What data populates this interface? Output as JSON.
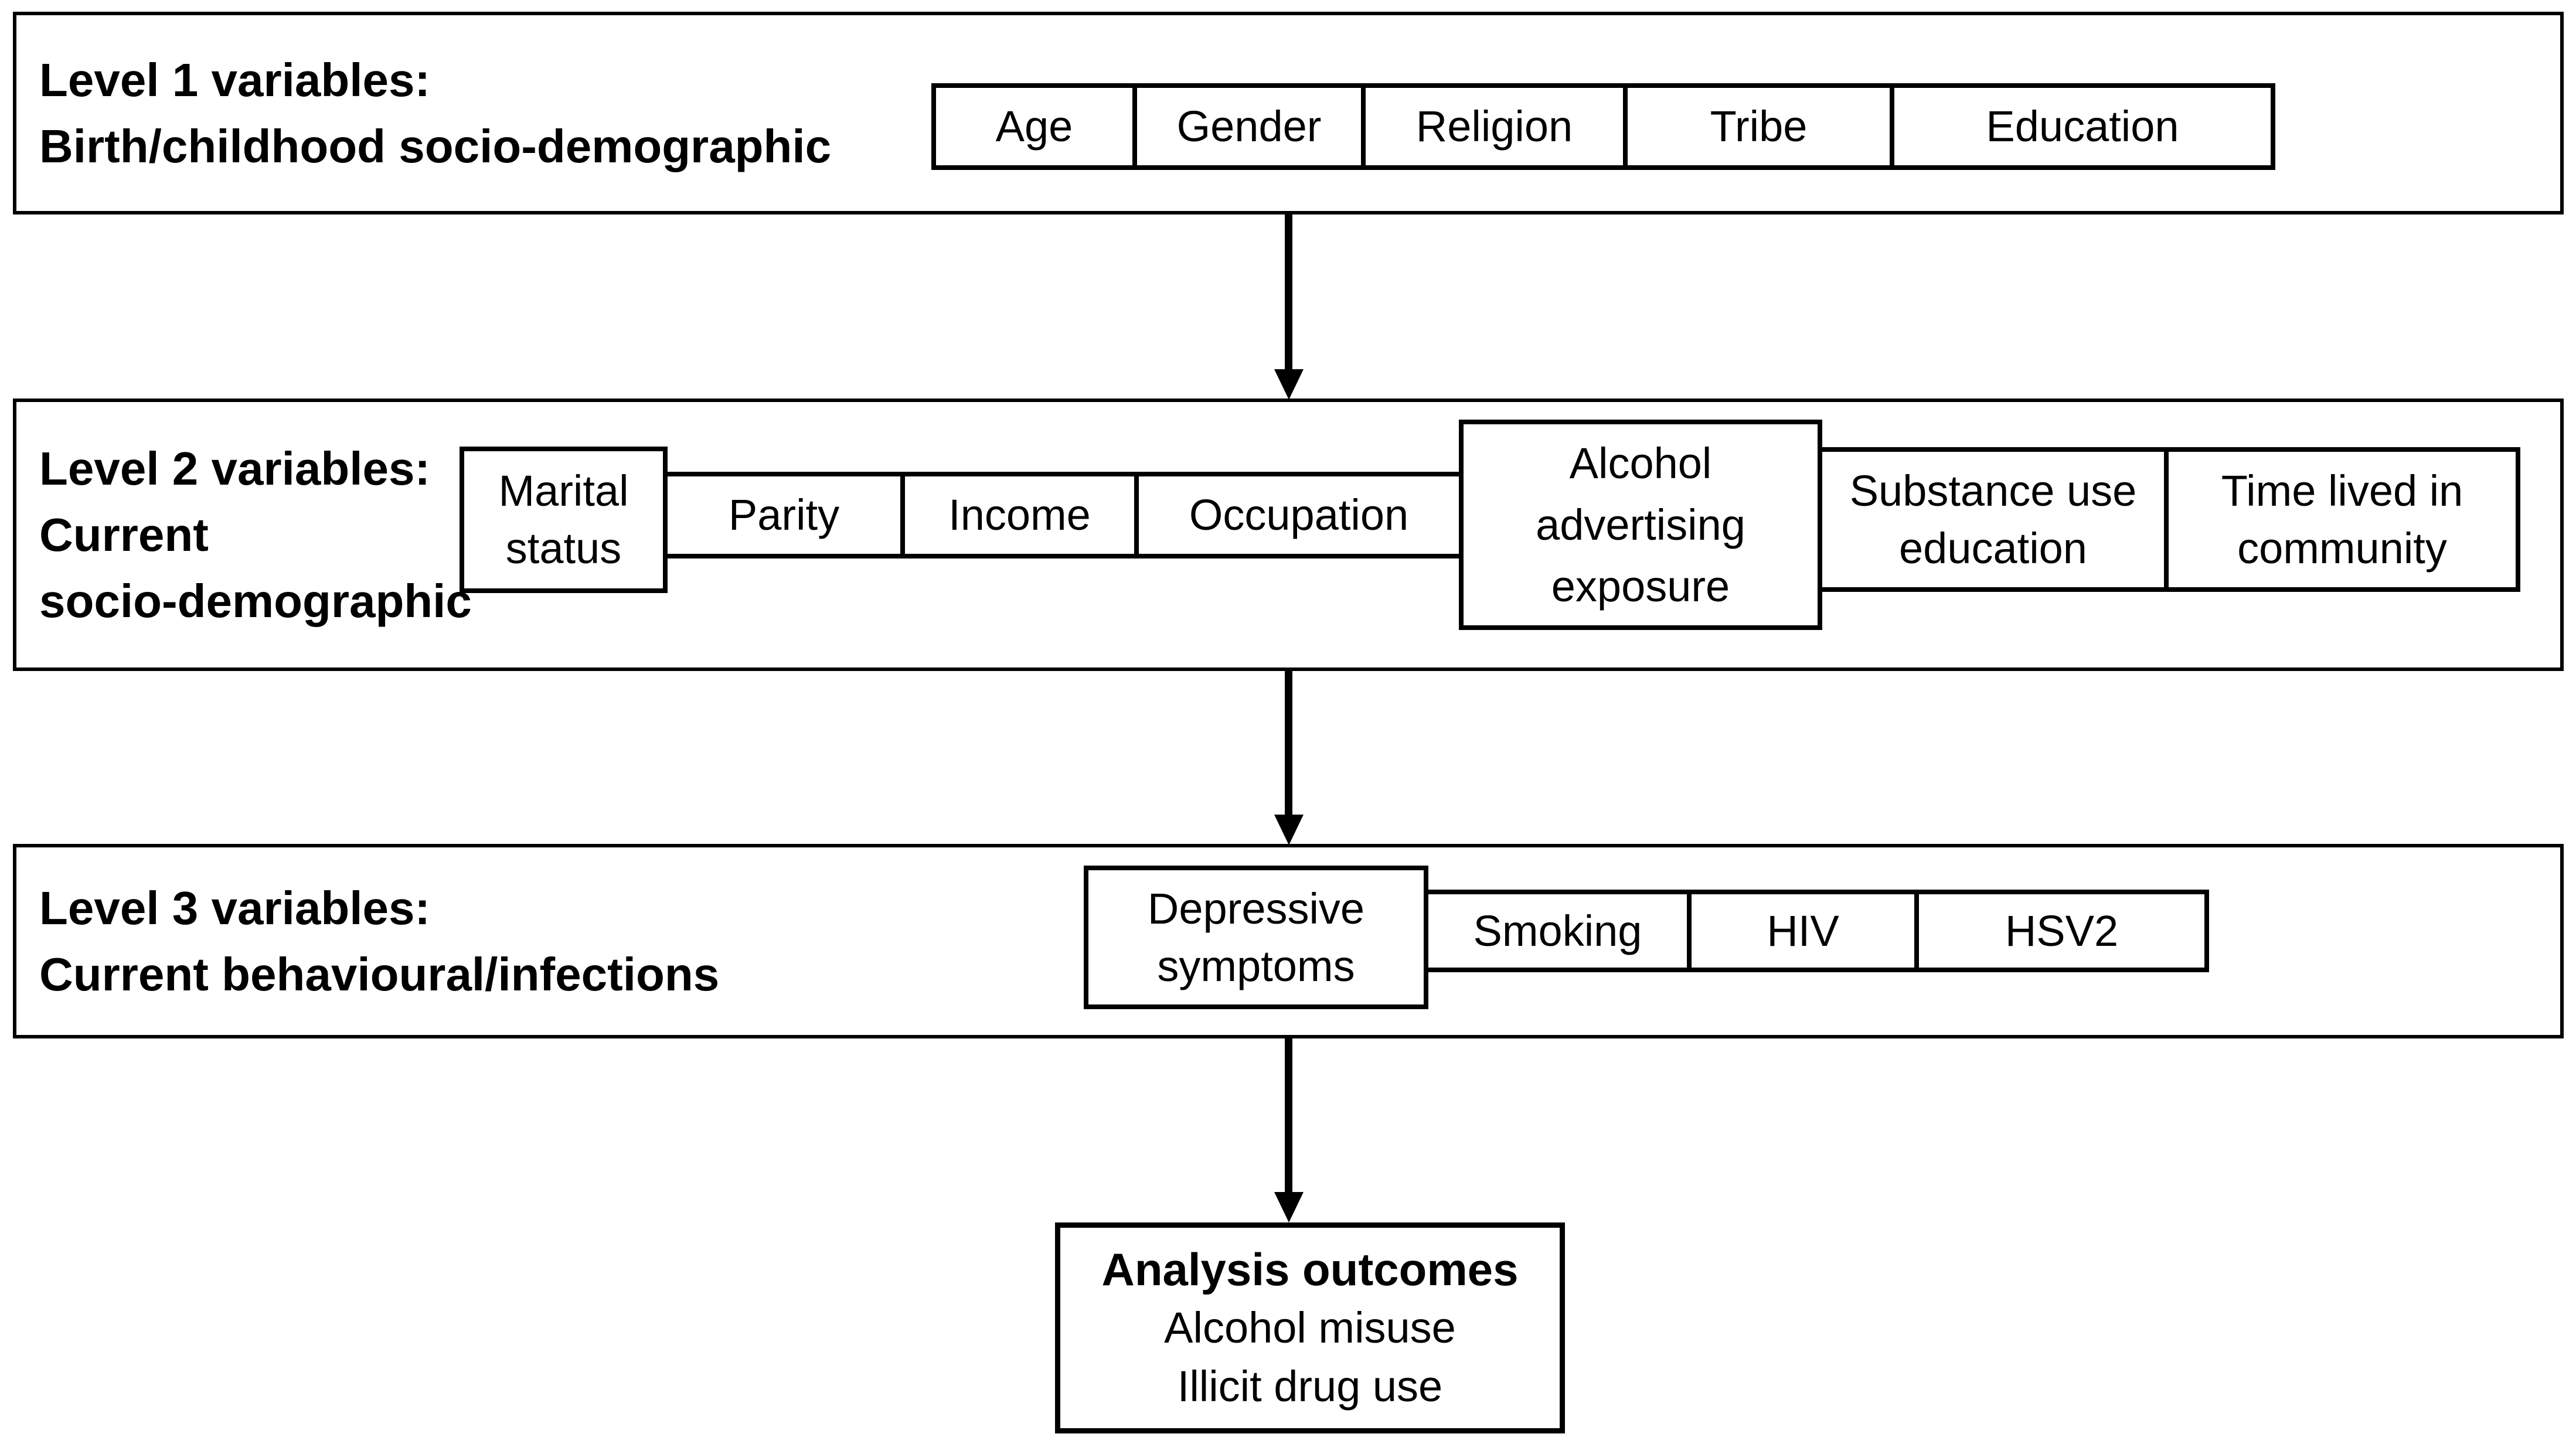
{
  "colors": {
    "ink": "#000000",
    "background": "#ffffff"
  },
  "levels": [
    {
      "label_lines": [
        "Level 1 variables:",
        "Birth/childhood socio-demographic"
      ],
      "boxes": [
        "Age",
        "Gender",
        "Religion",
        "Tribe",
        "Education"
      ]
    },
    {
      "label_lines": [
        "Level 2 variables:",
        "Current",
        "socio-demographic"
      ],
      "boxes": [
        "Marital status",
        "Parity",
        "Income",
        "Occupation",
        "Alcohol advertising exposure",
        "Substance use education",
        "Time lived in community"
      ]
    },
    {
      "label_lines": [
        "Level 3 variables:",
        "Current behavioural/infections"
      ],
      "boxes": [
        "Depressive symptoms",
        "Smoking",
        "HIV",
        "HSV2"
      ]
    }
  ],
  "outcome": {
    "title": "Analysis outcomes",
    "items": [
      "Alcohol misuse",
      "Illicit drug use"
    ]
  }
}
